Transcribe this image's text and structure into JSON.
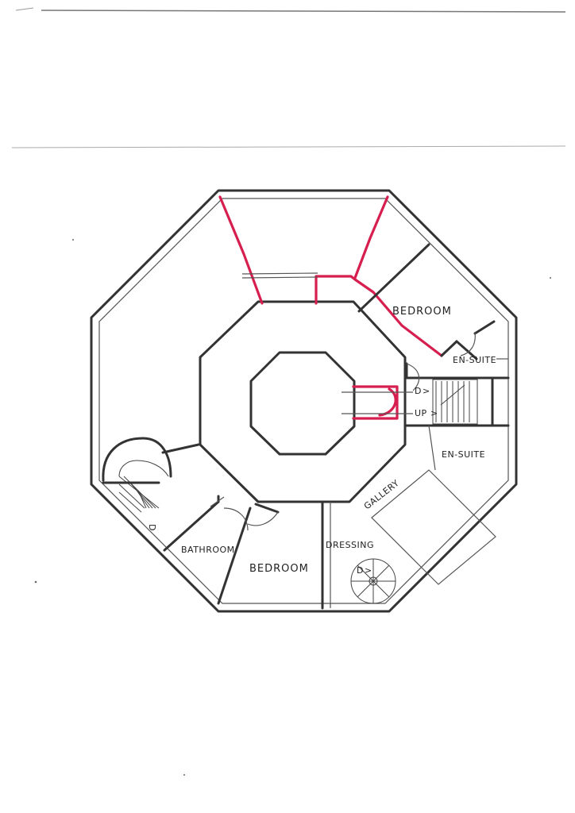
{
  "rooms": {
    "bedroom_upper": "BEDROOM",
    "bedroom_lower": "BEDROOM",
    "ensuite_upper": "EN-SUITE",
    "ensuite_lower": "EN-SUITE",
    "bathroom": "BATHROOM",
    "dressing": "DRESSING",
    "gallery": "GALLERY"
  },
  "stair_marks": {
    "down_right": "D",
    "up_right": "UP",
    "down_left": "D",
    "down_spiral": "D"
  },
  "colors": {
    "wall": "#333333",
    "highlight": "#d61e4f",
    "paper": "#ffffff"
  }
}
